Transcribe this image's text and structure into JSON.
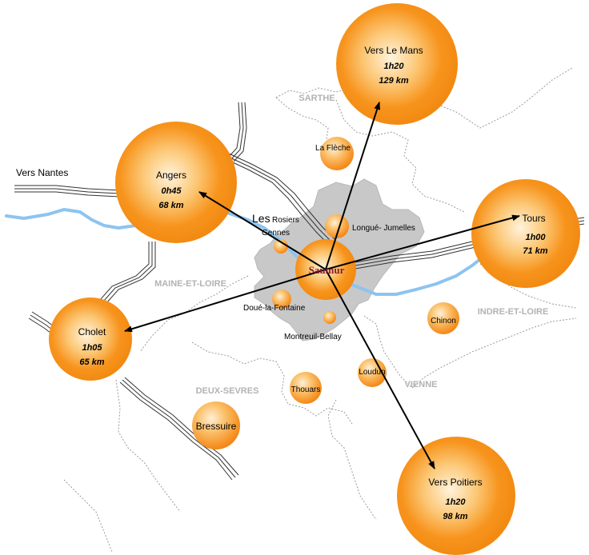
{
  "colors": {
    "orange": "#f7941d",
    "orange_light": "#fff1d6",
    "river": "#8cc4f0",
    "saumur_text": "#8b1a2e",
    "area_fill": "#c8c8c8",
    "border": "#9a9a9a",
    "arrow": "#000000"
  },
  "regions": {
    "sarthe": "SARTHE",
    "maine_et_loire": "MAINE-ET-LOIRE",
    "indre_et_loire": "INDRE-ET-LOIRE",
    "deux_sevres": "DEUX-SEVRES",
    "vienne": "VIENNE"
  },
  "vers_nantes": "Vers Nantes",
  "saumur": "Saumur",
  "destinations": {
    "le_mans": {
      "name": "Vers Le Mans",
      "time": "1h20",
      "distance": "129 km"
    },
    "angers": {
      "name": "Angers",
      "time": "0h45",
      "distance": "68 km"
    },
    "tours": {
      "name": "Tours",
      "time": "1h00",
      "distance": "71 km"
    },
    "cholet": {
      "name": "Cholet",
      "time": "1h05",
      "distance": "65 km"
    },
    "poitiers": {
      "name": "Vers Poitiers",
      "time": "1h20",
      "distance": "98 km"
    }
  },
  "towns": {
    "la_fleche": "La Flèche",
    "longue": "Longué- Jumelles",
    "les": "Les",
    "rosiers": "Rosiers",
    "gennes": "Gennes",
    "doue": "Doué-la-Fontaine",
    "montreuil": "Montreuil-Bellay",
    "chinon": "Chinon",
    "loudun": "Loudun",
    "thouars": "Thouars",
    "bressuire": "Bressuire"
  }
}
